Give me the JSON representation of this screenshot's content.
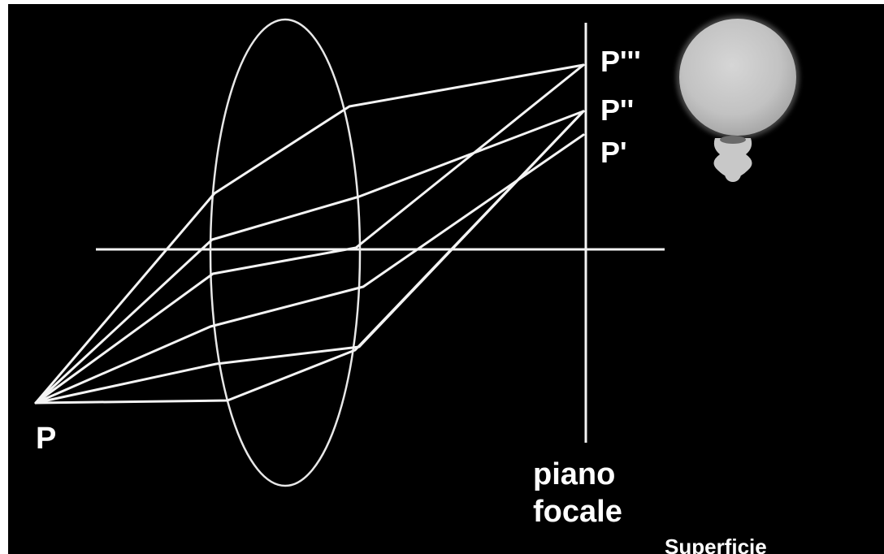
{
  "labels": {
    "source_point": "P",
    "image_point_1": "P'",
    "image_point_2": "P''",
    "image_point_3": "P'''",
    "focal_plane_line1": "piano",
    "focal_plane_line2": "focale",
    "surface_label": "Superficie"
  },
  "colors": {
    "background": "#000000",
    "lines": "#f4f4f4",
    "bulb": "#c8c8c8"
  },
  "icons": {
    "bulb": "light-bulb-icon"
  }
}
